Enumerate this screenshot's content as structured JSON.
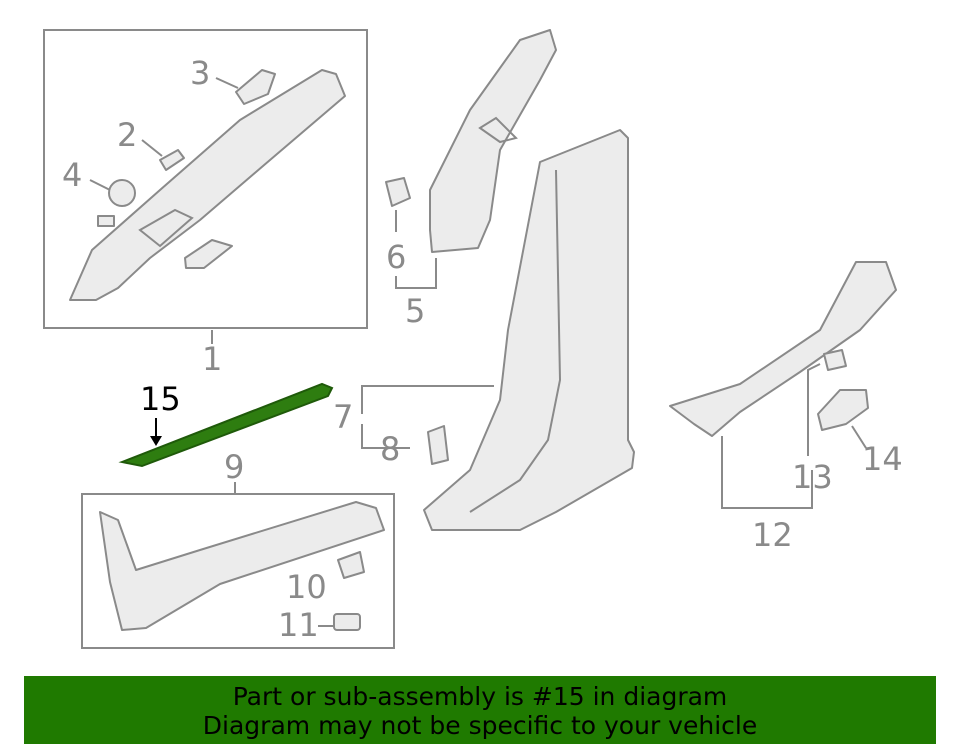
{
  "callouts": {
    "c1": "1",
    "c2": "2",
    "c3": "3",
    "c4": "4",
    "c5": "5",
    "c6": "6",
    "c7": "7",
    "c8": "8",
    "c9": "9",
    "c10": "10",
    "c11": "11",
    "c12": "12",
    "c13": "13",
    "c14": "14",
    "c15": "15"
  },
  "highlight_part": "15",
  "colors": {
    "highlight": "#2e7d10",
    "banner": "#1f7a00",
    "line": "#8a8a8a"
  },
  "banner": {
    "line1": "Part or sub-assembly is #15 in diagram",
    "line2": "Diagram may not be specific to your vehicle"
  }
}
